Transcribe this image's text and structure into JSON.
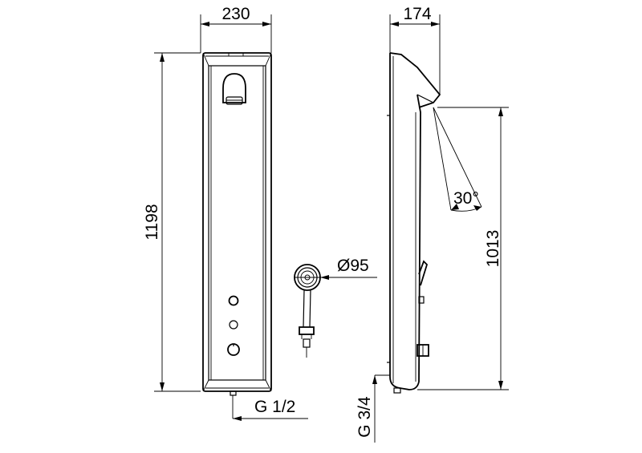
{
  "dimensions": {
    "front_width": "230",
    "front_height": "1198",
    "side_depth": "174",
    "side_height": "1013",
    "spray_angle": "30°",
    "hand_shower_diameter": "Ø95",
    "inlet_front": "G 1/2",
    "inlet_side": "G 3/4"
  }
}
